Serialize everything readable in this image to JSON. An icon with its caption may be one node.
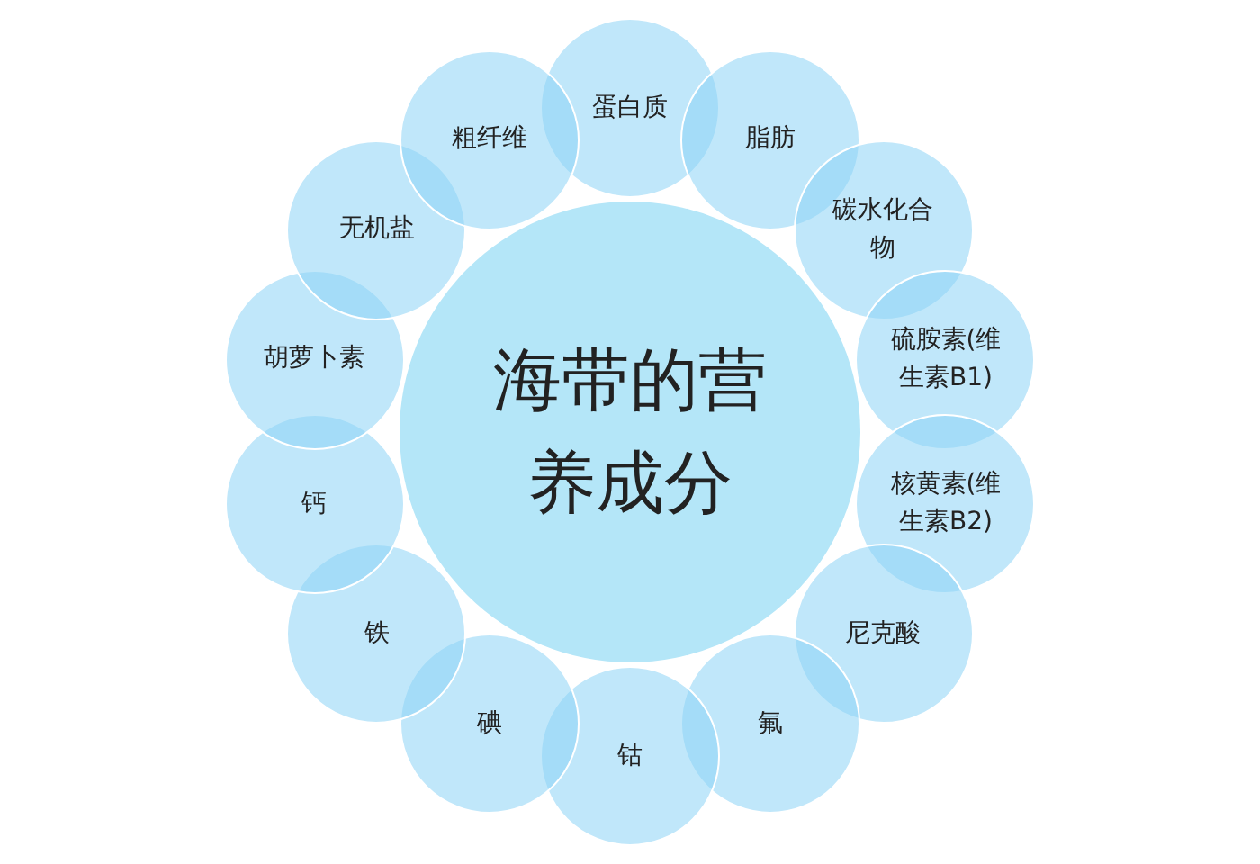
{
  "diagram": {
    "nodes": [
      {
        "text": [
          "海带的营养成分"
        ]
      },
      {
        "text": [
          "蛋白质"
        ]
      },
      {
        "text": [
          "脂肪"
        ]
      },
      {
        "text": [
          "碳水化合物"
        ]
      },
      {
        "text": [
          "硫胺素(维生素B1)"
        ]
      },
      {
        "text": [
          "核黄素(维生素B2)"
        ]
      },
      {
        "text": [
          "尼克酸"
        ]
      },
      {
        "text": [
          "氟"
        ]
      },
      {
        "text": [
          "钴"
        ]
      },
      {
        "text": [
          "碘"
        ]
      },
      {
        "text": [
          "铁"
        ]
      },
      {
        "text": [
          "钙"
        ]
      },
      {
        "text": [
          "胡萝卜素"
        ]
      },
      {
        "text": [
          "无机盐"
        ]
      },
      {
        "text": [
          "粗纤维"
        ]
      }
    ]
  }
}
